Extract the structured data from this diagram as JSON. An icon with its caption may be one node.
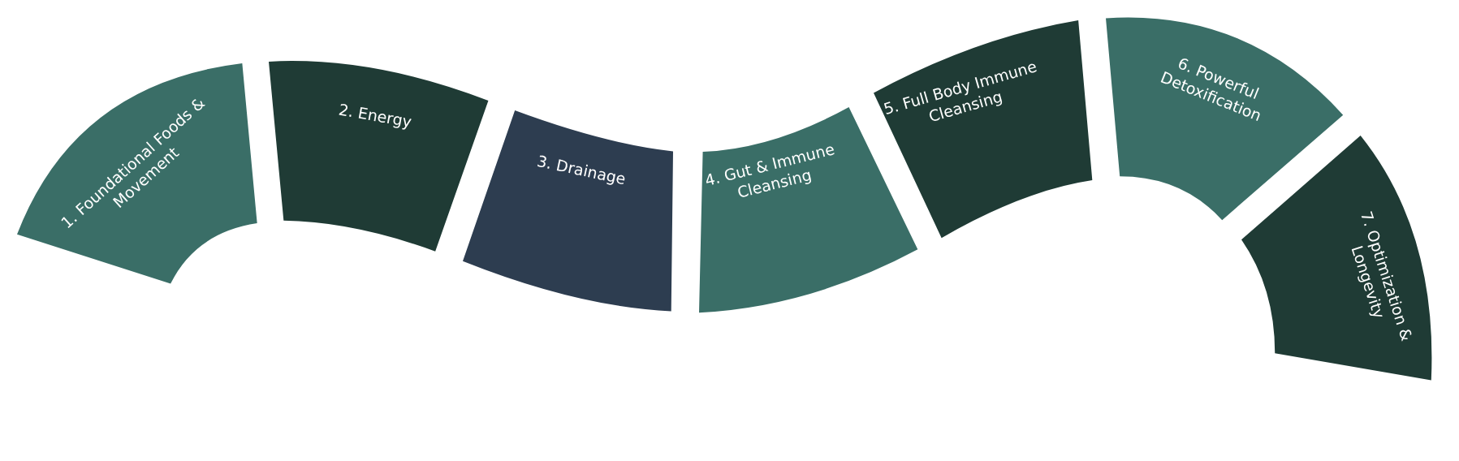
{
  "diagram": {
    "nodes": [
      {
        "text": [
          "1. Foundational Foods & Movement"
        ]
      },
      {
        "text": [
          "2. Energy"
        ]
      },
      {
        "text": [
          "3. Drainage"
        ]
      },
      {
        "text": [
          "4. Gut & Immune Cleansing"
        ]
      },
      {
        "text": [
          "5. Full Body Immune Cleansing"
        ]
      },
      {
        "text": [
          "6. Powerful Detoxification"
        ]
      },
      {
        "text": [
          "7. Optimization & Longevity"
        ]
      }
    ]
  }
}
